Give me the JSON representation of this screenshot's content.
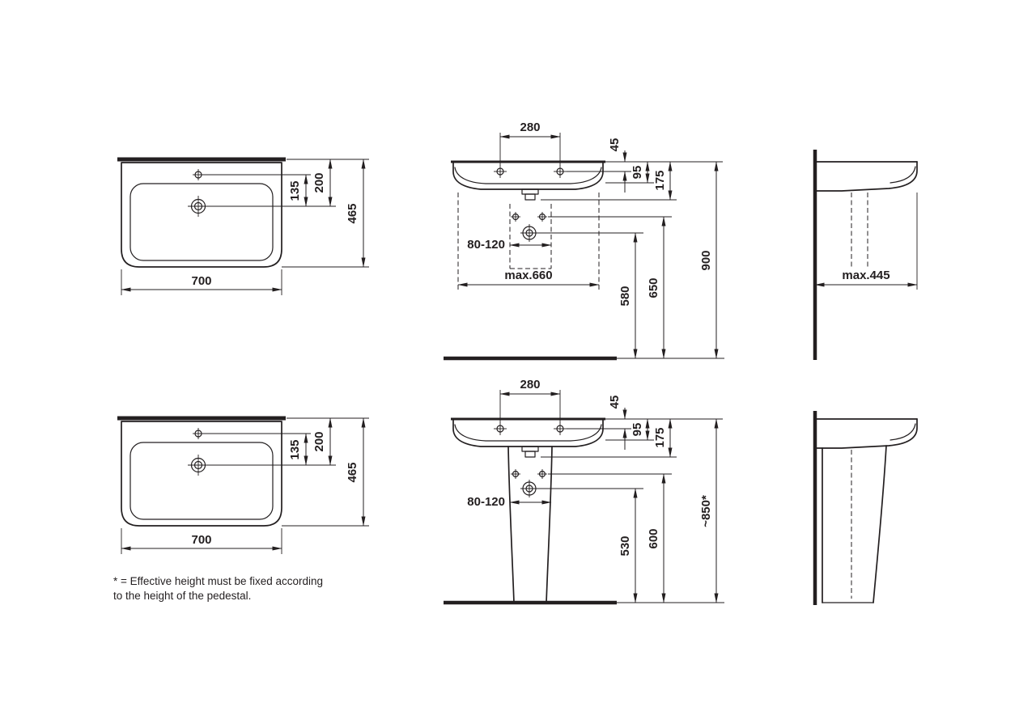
{
  "plan": {
    "hole_spacing": "135",
    "tap_depth": "200",
    "depth": "465",
    "width": "700"
  },
  "front_wall": {
    "tap_holes_spacing": "280",
    "hole_offset": "45",
    "rim_height": "95",
    "body_height": "175",
    "fixing_range": "80-120",
    "max_width": "max.660",
    "outlet_height": "580",
    "fixing_height": "650",
    "total_height": "900"
  },
  "side_wall": {
    "max_depth": "max.445"
  },
  "front_pedestal": {
    "tap_holes_spacing": "280",
    "hole_offset": "45",
    "rim_height": "95",
    "body_height": "175",
    "fixing_range": "80-120",
    "outlet_height": "530",
    "fixing_height": "600",
    "total_height": "~850*"
  },
  "note": {
    "line1": "* = Effective height must be fixed according",
    "line2": "to the height of the pedestal."
  }
}
